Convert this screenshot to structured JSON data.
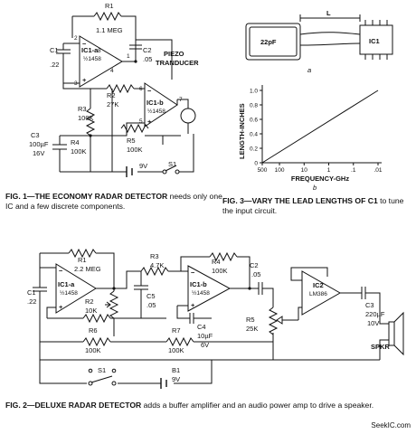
{
  "fig1": {
    "parts": {
      "r1": "R1",
      "r1_val": "1.1 MEG",
      "c1": "C1",
      "c1_val": ".22",
      "ic1a": "IC1-a",
      "ic1a_sub": "½1458",
      "c2": "C2",
      "c2_val": ".05",
      "piezo": "PIEZO",
      "tranducer": "TRANDUCER",
      "r2": "R2",
      "r2_val": "27K",
      "ic1b": "IC1-b",
      "ic1b_sub": "½1458",
      "r3": "R3",
      "r3_val": "100K",
      "r4": "R4",
      "r4_val": "100K",
      "c3": "C3",
      "c3_val": "100µF",
      "c3_volt": "16V",
      "r5": "R5",
      "r5_val": "100K",
      "batt": "9V",
      "s1": "S1"
    },
    "pins": {
      "p1": "1",
      "p2": "2",
      "p3": "3",
      "p4": "4",
      "p5": "5",
      "p6": "6",
      "p7": "7",
      "p8": "8"
    },
    "caption_bold": "FIG. 1—THE ECONOMY RADAR DETECTOR",
    "caption_rest": " needs only one IC and a few discrete components."
  },
  "fig3": {
    "a": {
      "dim": "L",
      "cap": "22pF",
      "ic": "IC1",
      "letter": "a"
    },
    "chart_data": {
      "type": "line",
      "title": "",
      "xlabel": "FREQUENCY-GHz",
      "ylabel": "LENGTH-INCHES",
      "x_ticks": [
        "500",
        "100",
        "10",
        "1",
        ".1",
        ".01"
      ],
      "y_ticks": [
        "0",
        "0.2",
        "0.4",
        "0.6",
        "0.8",
        "1.0"
      ],
      "ylim": [
        0,
        1.0
      ],
      "x_scale": "log, decreasing to the right",
      "series": [
        {
          "values": [
            {
              "x": 500,
              "y": 0.0
            },
            {
              "x": 0.01,
              "y": 1.0
            }
          ]
        }
      ]
    },
    "b_letter": "b",
    "caption_bold": "FIG. 3—VARY THE LEAD LENGTHS OF C1",
    "caption_rest": " to tune the input circuit."
  },
  "fig2": {
    "parts": {
      "r1": "R1",
      "r1_val": "2.2 MEG",
      "c1": "C1",
      "c1_val": ".22",
      "ic1a": "IC1-a",
      "ic1a_sub": "½1458",
      "r2": "R2",
      "r2_val": "10K",
      "r3": "R3",
      "r3_val": "4.7K",
      "c5": "C5",
      "c5_val": ".05",
      "r4": "R4",
      "r4_val": "100K",
      "ic1b": "IC1-b",
      "ic1b_sub": "½1458",
      "c2": "C2",
      "c2_val": ".05",
      "c4": "C4",
      "c4_val": "10µF",
      "c4_volt": "6V",
      "r5": "R5",
      "r5_val": "25K",
      "ic2": "IC2",
      "ic2_sub": "LM386",
      "c3": "C3",
      "c3_val": "220µF",
      "c3_volt": "10V",
      "spkr": "SPKR",
      "r6": "R6",
      "r6_val": "100K",
      "r7": "R7",
      "r7_val": "100K",
      "s1": "S1",
      "b1": "B1",
      "b1_val": "9V"
    },
    "caption_bold": "FIG. 2—DELUXE RADAR DETECTOR",
    "caption_rest": " adds a buffer amplifier and an audio power amp to drive a speaker."
  },
  "credit": "SeekIC.com"
}
